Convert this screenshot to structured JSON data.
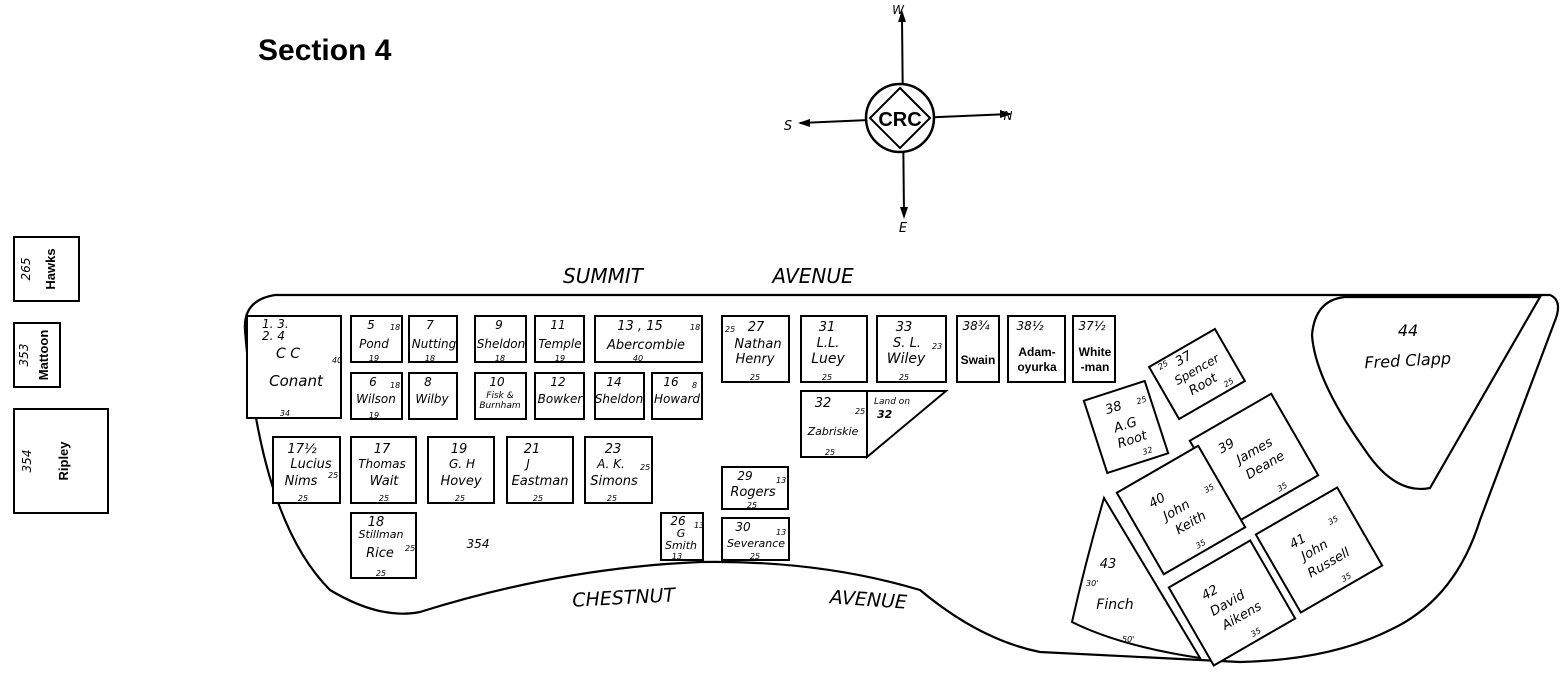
{
  "title": "Section 4",
  "compass": {
    "north": "N",
    "south": "S",
    "east": "E",
    "west": "W",
    "emblem": "CRC"
  },
  "streets": {
    "summit": "SUMMIT",
    "summit_avenue": "AVENUE",
    "chestnut": "CHESTNUT",
    "chestnut_avenue": "AVENUE"
  },
  "side_lots": [
    {
      "number": "265",
      "name": "Hawks"
    },
    {
      "number": "353",
      "name": "Mattoon"
    },
    {
      "number": "354",
      "name": "Ripley"
    }
  ],
  "area_label": "354",
  "lots": {
    "l1": {
      "number": "1.  3.",
      "sub": "2.  4",
      "owner1": "C  C",
      "owner2": "Conant",
      "w": "34",
      "d": "40"
    },
    "l5": {
      "number": "5",
      "owner": "Pond",
      "d": "18",
      "w": "19"
    },
    "l7": {
      "number": "7",
      "owner": "Nutting",
      "w": "18"
    },
    "l9": {
      "number": "9",
      "owner": "Sheldon",
      "w": "18"
    },
    "l11": {
      "number": "11",
      "owner": "Temple",
      "w": "19"
    },
    "l13": {
      "number": "13 , 15",
      "owner": "Abercombie",
      "d": "18",
      "w": "40"
    },
    "l6": {
      "number": "6",
      "owner": "Wilson",
      "d": "18",
      "w": "19"
    },
    "l8": {
      "number": "8",
      "owner": "Wilby"
    },
    "l10": {
      "number": "10",
      "owner1": "Fisk &",
      "owner2": "Burnham"
    },
    "l12": {
      "number": "12",
      "owner": "Bowker"
    },
    "l14": {
      "number": "14",
      "owner": "Sheldon"
    },
    "l16": {
      "number": "16",
      "owner": "Howard",
      "d": "8"
    },
    "l27": {
      "number": "27",
      "owner1": "Nathan",
      "owner2": "Henry",
      "d": "25",
      "w": "25"
    },
    "l31": {
      "number": "31",
      "owner1": "L.L.",
      "owner2": "Luey",
      "w": "25"
    },
    "l33": {
      "number": "33",
      "owner1": "S. L.",
      "owner2": "Wiley",
      "d": "23",
      "w": "25"
    },
    "l383": {
      "number": "38¾",
      "owner": "Swain"
    },
    "l381": {
      "number": "38½",
      "owner1": "Adam-",
      "owner2": "oyurka"
    },
    "l371": {
      "number": "37½",
      "owner1": "White",
      "owner2": "-man"
    },
    "l32": {
      "number": "32",
      "owner": "Zabriskie",
      "d": "25",
      "w": "25",
      "land1": "Land on",
      "land2": "32"
    },
    "l17h": {
      "number": "17½",
      "owner1": "Lucius",
      "owner2": "Nims",
      "d": "25",
      "w": "25"
    },
    "l17": {
      "number": "17",
      "owner1": "Thomas",
      "owner2": "Wait",
      "w": "25"
    },
    "l19": {
      "number": "19",
      "owner1": "G. H",
      "owner2": "Hovey",
      "w": "25"
    },
    "l21": {
      "number": "21",
      "owner1": "J",
      "owner2": "Eastman",
      "w": "25"
    },
    "l23": {
      "number": "23",
      "owner1": "A. K.",
      "owner2": "Simons",
      "d": "25",
      "w": "25"
    },
    "l29": {
      "number": "29",
      "owner": "Rogers",
      "d": "13",
      "w": "25"
    },
    "l18": {
      "number": "18",
      "owner1": "Stillman",
      "owner2": "Rice",
      "d": "25",
      "w": "25"
    },
    "l26": {
      "number": "26",
      "owner1": "G",
      "owner2": "Smith",
      "d": "13",
      "w": "13"
    },
    "l30": {
      "number": "30",
      "owner": "Severance",
      "d": "13",
      "w": "25"
    },
    "l44": {
      "number": "44",
      "owner": "Fred  Clapp"
    },
    "l37": {
      "number": "37",
      "owner1": "Spencer",
      "owner2": "Root",
      "d": "25",
      "w": "25"
    },
    "l38": {
      "number": "38",
      "owner1": "A.G",
      "owner2": "Root",
      "d": "25",
      "w": "32"
    },
    "l39": {
      "number": "39",
      "owner1": "James",
      "owner2": "Deane",
      "w": "35"
    },
    "l40": {
      "number": "40",
      "owner1": "John",
      "owner2": "Keith",
      "d": "35",
      "w": "35"
    },
    "l41": {
      "number": "41",
      "owner1": "John",
      "owner2": "Russell",
      "d": "35",
      "w": "35"
    },
    "l42": {
      "number": "42",
      "owner1": "David",
      "owner2": "Aikens",
      "w": "35"
    },
    "l43": {
      "number": "43",
      "owner": "Finch",
      "d": "30'",
      "w": "50'"
    }
  }
}
